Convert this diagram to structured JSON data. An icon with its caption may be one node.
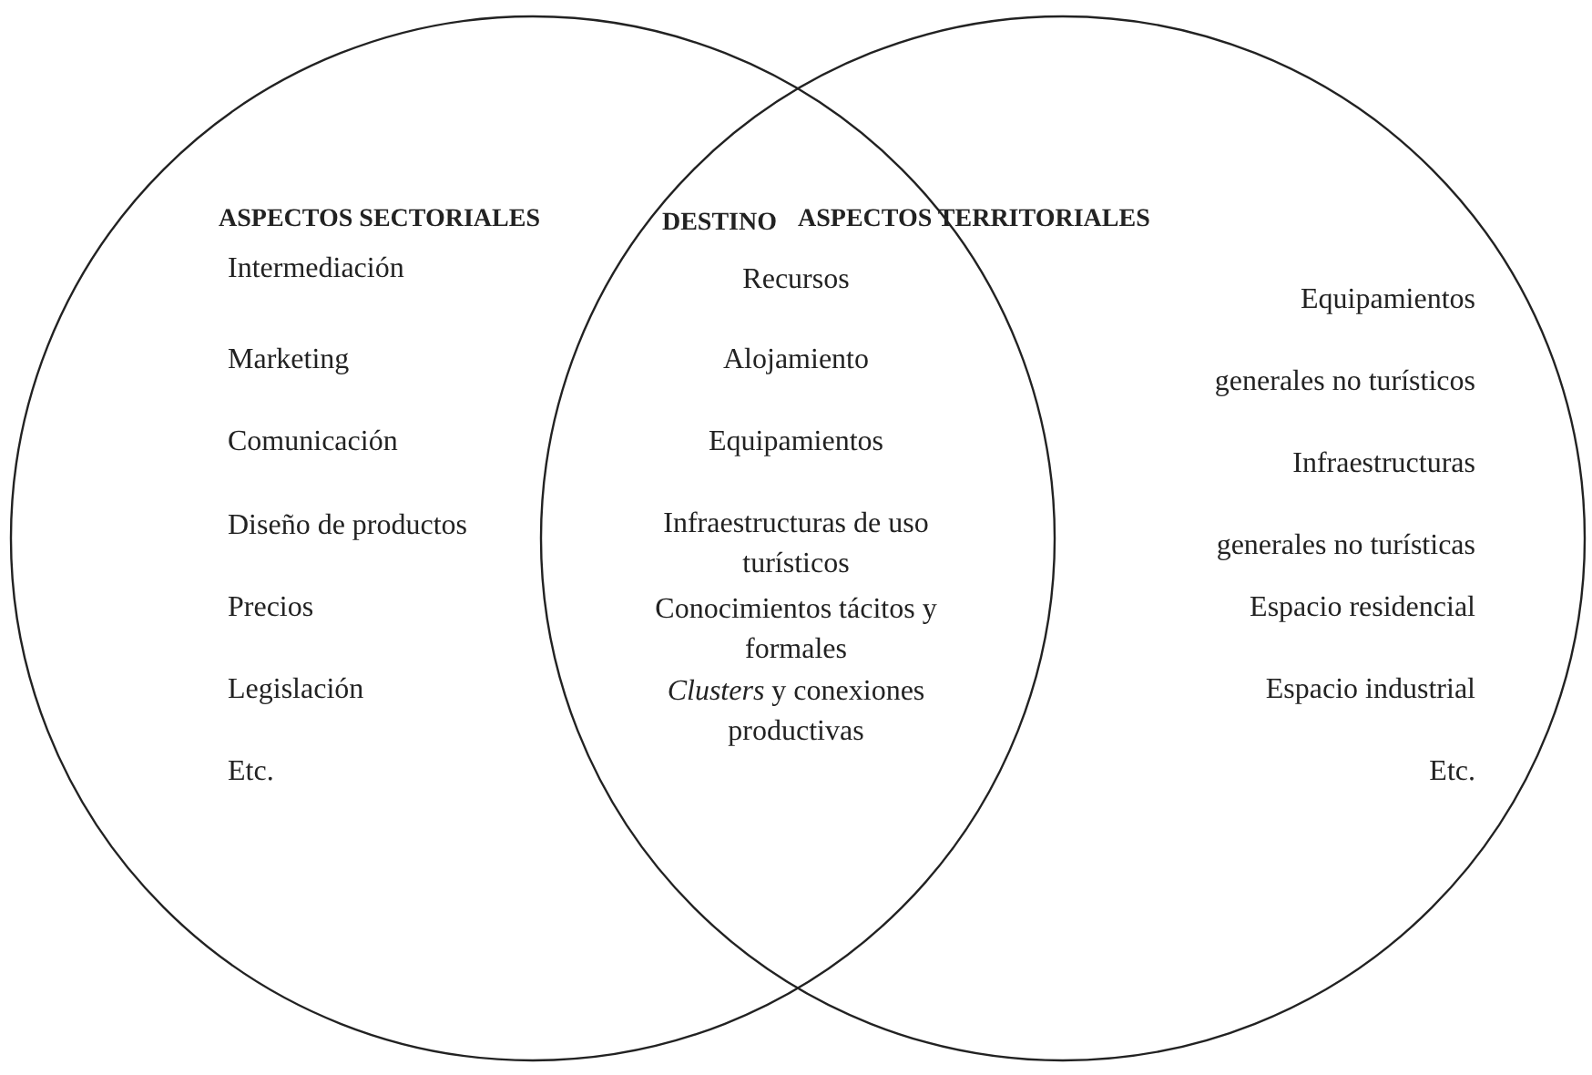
{
  "diagram": {
    "nodes": [
      {
        "text": [
          "ASPECTOS SECTORIALES",
          "Intermediación",
          "Marketing",
          "Comunicación",
          "Diseño de productos",
          "Precios",
          "Legislación",
          "Etc."
        ]
      },
      {
        "text": [
          "ASPECTOS TERRITORIALES",
          "Equipamientos generales no turísticos",
          "Infraestructuras generales no turísticas",
          "Espacio residencial",
          "Espacio industrial",
          "Etc."
        ]
      }
    ],
    "edges": [],
    "labels": [
      "DESTINO",
      "Recursos",
      "Alojamiento",
      "Equipamientos",
      "Infraestructuras de uso turísticos",
      "Conocimientos tácitos y formales",
      "*Clusters* y conexiones productivas"
    ]
  }
}
